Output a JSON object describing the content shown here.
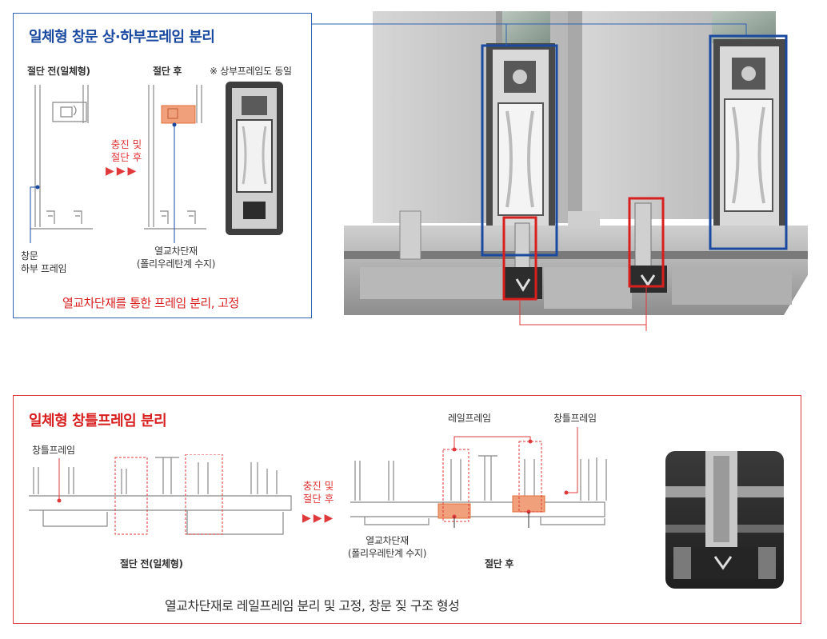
{
  "top": {
    "title": "일체형 창문 상·하부프레임 분리",
    "before_label": "절단 전(일체형)",
    "after_label": "절단 후",
    "note": "※ 상부프레임도 동일",
    "process_line1": "충진 및",
    "process_line2": "절단 후",
    "arrows": "▶▶▶",
    "frame_label_line1": "창문",
    "frame_label_line2": "하부 프레임",
    "material_line1": "열교차단재",
    "material_line2": "(폴리우레탄계 수지)",
    "summary": "열교차단재를 통한 프레임 분리, 고정"
  },
  "bottom": {
    "title": "일체형 창틀프레임 분리",
    "frame_label": "창틀프레임",
    "process_line1": "충진 및",
    "process_line2": "절단 후",
    "arrows": "▶▶▶",
    "before_label": "절단 전(일체형)",
    "rail_label": "레일프레임",
    "frame_label2": "창틀프레임",
    "material_line1": "열교차단재",
    "material_line2": "(폴리우레탄계 수지)",
    "after_label": "절단 후",
    "summary": "열교차단재로 레일프레임 분리 및 고정, 창문 짖 구조 형성"
  },
  "colors": {
    "blue": "#1a4aa0",
    "red": "#e0393b",
    "orange_fill": "#f0a07a"
  }
}
